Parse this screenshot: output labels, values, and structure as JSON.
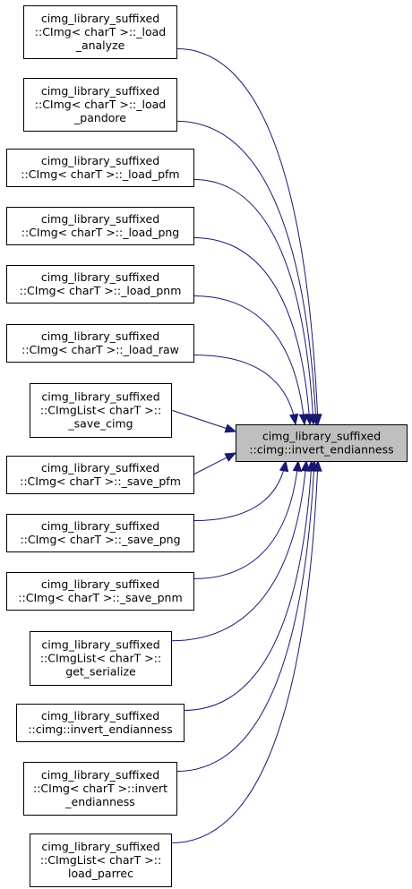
{
  "diagram": {
    "target": {
      "lines": [
        "cimg_library_suffixed",
        "::cimg::invert_endianness"
      ]
    },
    "callers": [
      {
        "lines": [
          "cimg_library_suffixed",
          "::CImg< charT >::_load",
          "_analyze"
        ]
      },
      {
        "lines": [
          "cimg_library_suffixed",
          "::CImg< charT >::_load",
          "_pandore"
        ]
      },
      {
        "lines": [
          "cimg_library_suffixed",
          "::CImg< charT >::_load_pfm"
        ]
      },
      {
        "lines": [
          "cimg_library_suffixed",
          "::CImg< charT >::_load_png"
        ]
      },
      {
        "lines": [
          "cimg_library_suffixed",
          "::CImg< charT >::_load_pnm"
        ]
      },
      {
        "lines": [
          "cimg_library_suffixed",
          "::CImg< charT >::_load_raw"
        ]
      },
      {
        "lines": [
          "cimg_library_suffixed",
          "::CImgList< charT >::",
          "_save_cimg"
        ]
      },
      {
        "lines": [
          "cimg_library_suffixed",
          "::CImg< charT >::_save_pfm"
        ]
      },
      {
        "lines": [
          "cimg_library_suffixed",
          "::CImg< charT >::_save_png"
        ]
      },
      {
        "lines": [
          "cimg_library_suffixed",
          "::CImg< charT >::_save_pnm"
        ]
      },
      {
        "lines": [
          "cimg_library_suffixed",
          "::CImgList< charT >::",
          "get_serialize"
        ]
      },
      {
        "lines": [
          "cimg_library_suffixed",
          "::cimg::invert_endianness"
        ]
      },
      {
        "lines": [
          "cimg_library_suffixed",
          "::CImg< charT >::invert",
          "_endianness"
        ]
      },
      {
        "lines": [
          "cimg_library_suffixed",
          "::CImgList< charT >::",
          "load_parrec"
        ]
      }
    ],
    "colors": {
      "edge": "#191970",
      "target_fill": "#bfbfbf",
      "node_fill": "#ffffff",
      "border": "#000000"
    }
  }
}
